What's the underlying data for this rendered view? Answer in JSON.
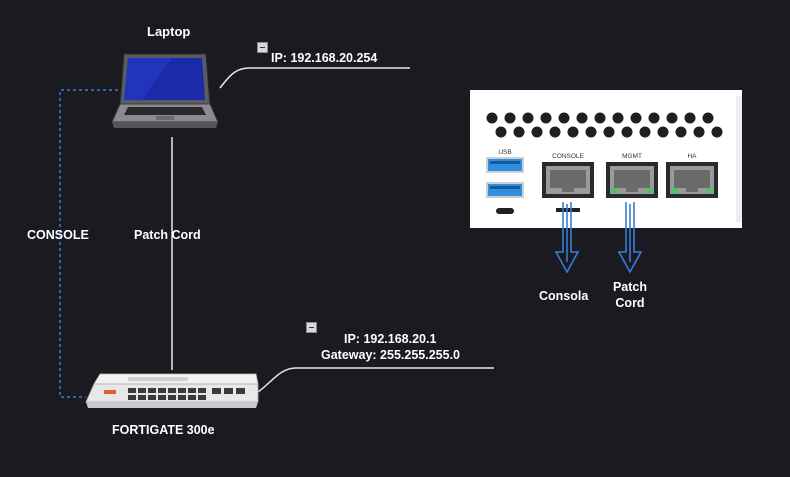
{
  "labels": {
    "laptop": "Laptop",
    "laptop_ip": "IP: 192.168.20.254",
    "console": "CONSOLE",
    "patch_cord": "Patch Cord",
    "fortigate": "FORTIGATE 300e",
    "fortigate_ip": "IP: 192.168.20.1",
    "fortigate_gateway": "Gateway: 255.255.255.0",
    "consola": "Consola",
    "patch_cord_right_line1": "Patch",
    "patch_cord_right_line2": "Cord"
  },
  "panel": {
    "port_usb": "USB",
    "port_console": "CONSOLE",
    "port_mgmt": "MGMT",
    "port_ha": "HA"
  },
  "colors": {
    "background": "#1b1a21",
    "console_line": "#3b7bd6",
    "arrow": "#3b7bd6",
    "usb_blue": "#2f8fe0",
    "link_light": "#2bd35a",
    "panel": "#ffffff"
  }
}
